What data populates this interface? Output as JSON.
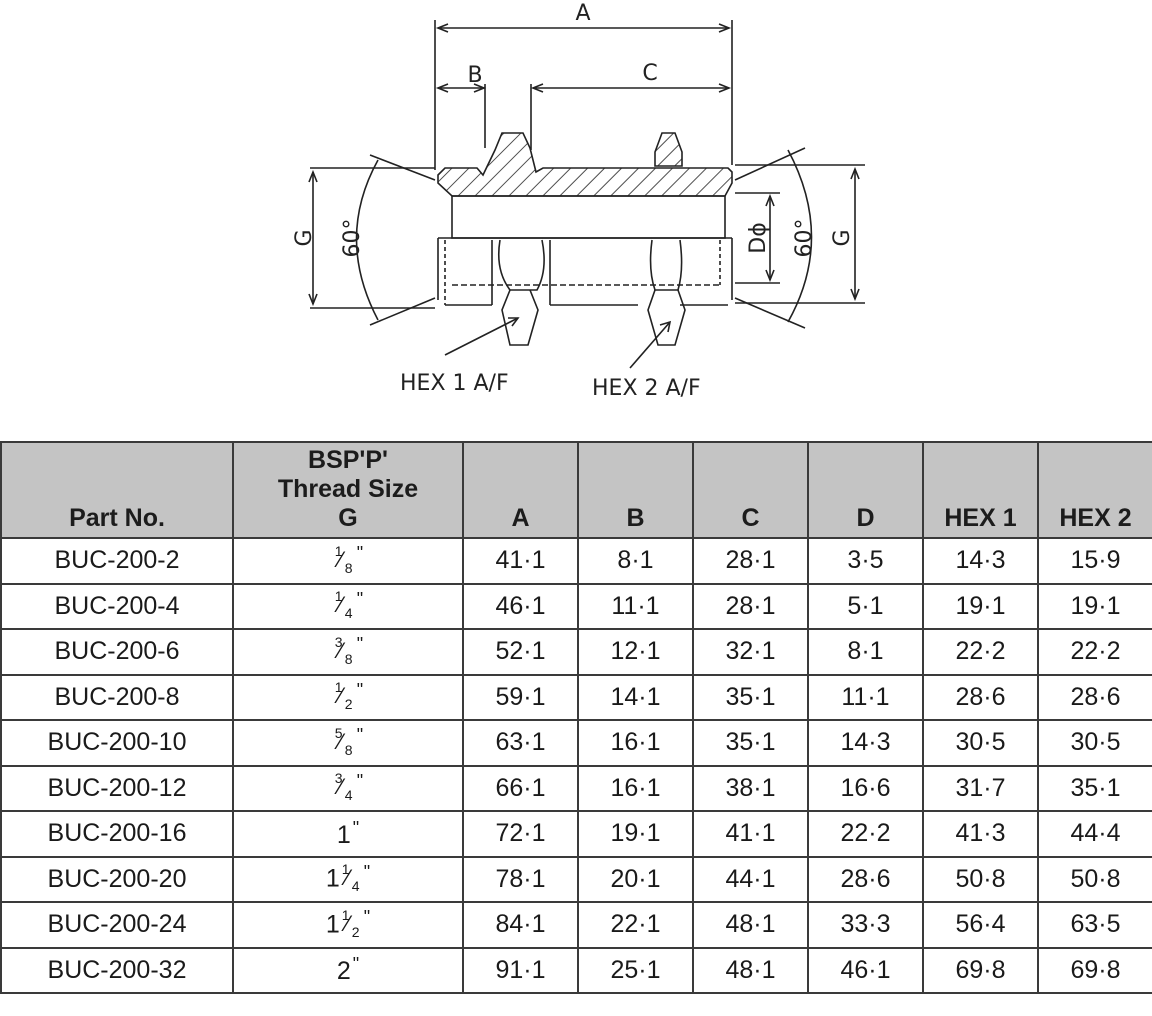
{
  "drawing": {
    "labels": {
      "a": "A",
      "b": "B",
      "c": "C",
      "g_left": "G",
      "g_right": "G",
      "angle_left": "60°",
      "angle_right": "60°",
      "d": "Dϕ",
      "hex1": "HEX 1 A/F",
      "hex2": "HEX 2 A/F"
    }
  },
  "table": {
    "headers": {
      "part_no": "Part No.",
      "thread_line1": "BSP'P'",
      "thread_line2": "Thread Size",
      "thread_line3": "G",
      "a": "A",
      "b": "B",
      "c": "C",
      "d": "D",
      "hex1": "HEX 1",
      "hex2": "HEX 2"
    },
    "rows": [
      {
        "part": "BUC-200-2",
        "g_whole": "",
        "g_num": "1",
        "g_den": "8",
        "a": "41·1",
        "b": "8·1",
        "c": "28·1",
        "d": "3·5",
        "hex1": "14·3",
        "hex2": "15·9"
      },
      {
        "part": "BUC-200-4",
        "g_whole": "",
        "g_num": "1",
        "g_den": "4",
        "a": "46·1",
        "b": "11·1",
        "c": "28·1",
        "d": "5·1",
        "hex1": "19·1",
        "hex2": "19·1"
      },
      {
        "part": "BUC-200-6",
        "g_whole": "",
        "g_num": "3",
        "g_den": "8",
        "a": "52·1",
        "b": "12·1",
        "c": "32·1",
        "d": "8·1",
        "hex1": "22·2",
        "hex2": "22·2"
      },
      {
        "part": "BUC-200-8",
        "g_whole": "",
        "g_num": "1",
        "g_den": "2",
        "a": "59·1",
        "b": "14·1",
        "c": "35·1",
        "d": "11·1",
        "hex1": "28·6",
        "hex2": "28·6"
      },
      {
        "part": "BUC-200-10",
        "g_whole": "",
        "g_num": "5",
        "g_den": "8",
        "a": "63·1",
        "b": "16·1",
        "c": "35·1",
        "d": "14·3",
        "hex1": "30·5",
        "hex2": "30·5"
      },
      {
        "part": "BUC-200-12",
        "g_whole": "",
        "g_num": "3",
        "g_den": "4",
        "a": "66·1",
        "b": "16·1",
        "c": "38·1",
        "d": "16·6",
        "hex1": "31·7",
        "hex2": "35·1"
      },
      {
        "part": "BUC-200-16",
        "g_whole": "1",
        "g_num": "",
        "g_den": "",
        "a": "72·1",
        "b": "19·1",
        "c": "41·1",
        "d": "22·2",
        "hex1": "41·3",
        "hex2": "44·4"
      },
      {
        "part": "BUC-200-20",
        "g_whole": "1",
        "g_num": "1",
        "g_den": "4",
        "a": "78·1",
        "b": "20·1",
        "c": "44·1",
        "d": "28·6",
        "hex1": "50·8",
        "hex2": "50·8"
      },
      {
        "part": "BUC-200-24",
        "g_whole": "1",
        "g_num": "1",
        "g_den": "2",
        "a": "84·1",
        "b": "22·1",
        "c": "48·1",
        "d": "33·3",
        "hex1": "56·4",
        "hex2": "63·5"
      },
      {
        "part": "BUC-200-32",
        "g_whole": "2",
        "g_num": "",
        "g_den": "",
        "a": "91·1",
        "b": "25·1",
        "c": "48·1",
        "d": "46·1",
        "hex1": "69·8",
        "hex2": "69·8"
      }
    ],
    "inch_mark": "\""
  },
  "colors": {
    "header_bg": "#c4c4c4",
    "grid": "#3a3a3a",
    "ink": "#1a1a1a"
  }
}
